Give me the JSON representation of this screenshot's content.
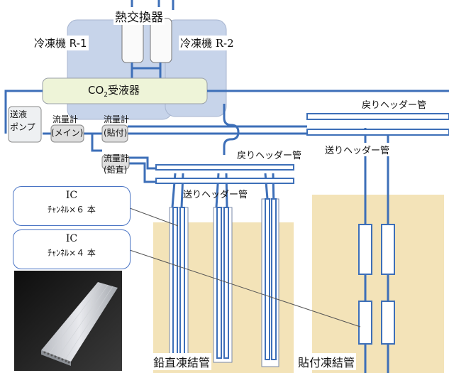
{
  "labels": {
    "heat_exchanger": "熱交換器",
    "chiller_r1": "冷凍機 R-1",
    "chiller_r2": "冷凍機 R-2",
    "co2_receiver_prefix": "CO",
    "co2_receiver_sub": "2",
    "co2_receiver_suffix": "受液器",
    "pump_line1": "送液",
    "pump_line2": "ポンプ",
    "flowmeter_main_line1": "流量計",
    "flowmeter_main_line2": "(メイン)",
    "flowmeter_attached_line1": "流量計",
    "flowmeter_attached_line2": "(貼付)",
    "flowmeter_vertical_line1": "流量計",
    "flowmeter_vertical_line2": "(鉛直)",
    "return_header_right": "戻りヘッダー管",
    "supply_header_right": "送りヘッダー管",
    "return_header_left": "戻りヘッダー管",
    "supply_header_left": "送りヘッダー管",
    "callout_6_line1": "IC",
    "callout_6_line2": "ﾁｬﾝﾈﾙ×６ 本",
    "callout_4_line1": "IC",
    "callout_4_line2": "ﾁｬﾝﾈﾙ×４ 本",
    "vertical_freeze_pipe": "鉛直凍結管",
    "attached_freeze_pipe": "貼付凍結管"
  },
  "colors": {
    "pipe": "#3d6fb8",
    "chiller_fill": "#c7d4ea",
    "receiver_fill": "#eef4d8",
    "soil_fill": "#f3e3b8",
    "device_fill": "#dedede"
  }
}
